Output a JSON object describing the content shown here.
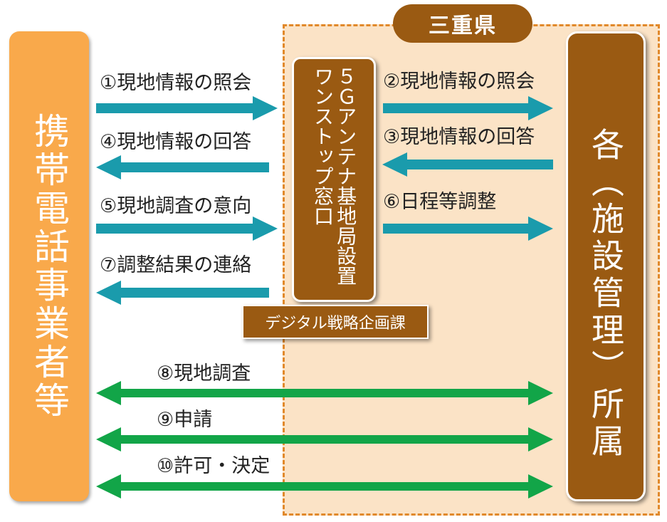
{
  "prefecture": {
    "label": "三重県"
  },
  "carrier": {
    "label": "携帯電話事業者等"
  },
  "one_stop_window": {
    "label": "５Ｇアンテナ基地局設置ワンストップ窓口"
  },
  "department": {
    "label": "デジタル戦略企画課"
  },
  "facility": {
    "label": "各（施設管理）所属"
  },
  "steps": {
    "s1": "①現地情報の照会",
    "s2": "②現地情報の照会",
    "s3": "③現地情報の回答",
    "s4": "④現地情報の回答",
    "s5": "⑤現地調査の意向",
    "s6": "⑥日程等調整",
    "s7": "⑦調整結果の連絡",
    "s8": "⑧現地調査",
    "s9": "⑨申請",
    "s10": "⑩許可・決定"
  },
  "colors": {
    "teal_arrow": "#1a9bac",
    "green_arrow": "#12a548",
    "brown_box": "#9a5a12",
    "orange_box": "#f9a94b",
    "region_fill": "#fbe3c6",
    "region_border": "#e1892b"
  }
}
